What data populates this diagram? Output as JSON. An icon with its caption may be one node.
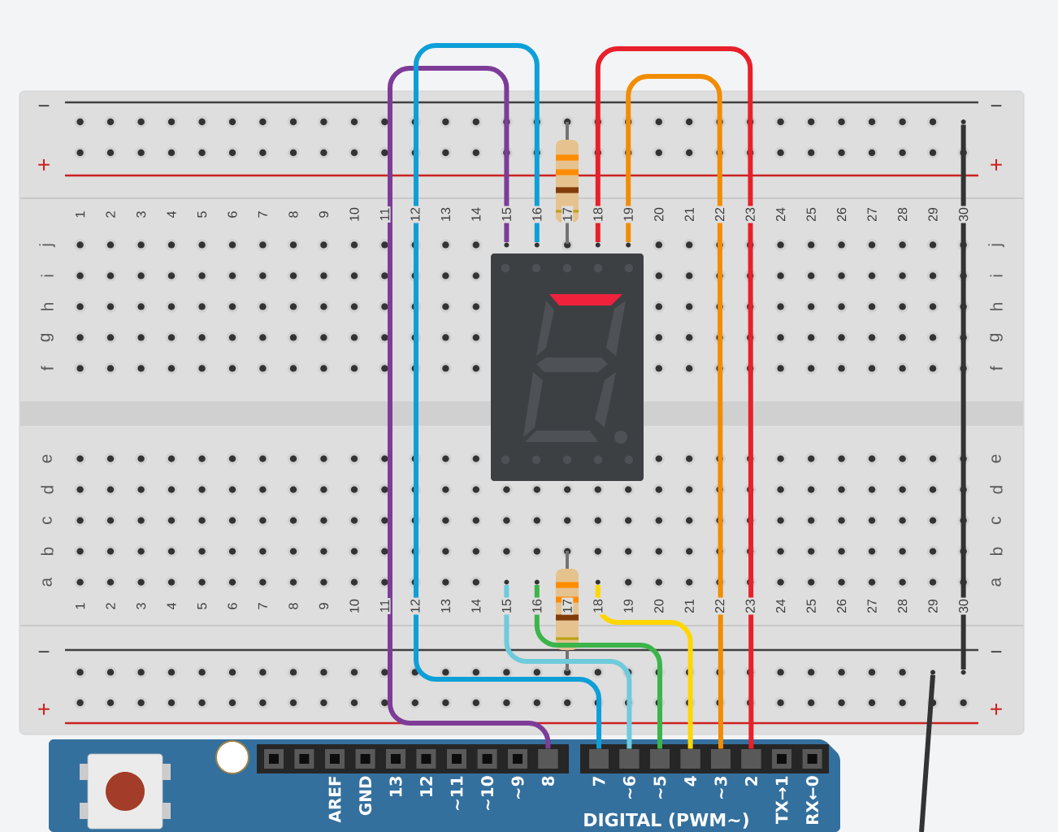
{
  "diagram": {
    "nodes": [
      {
        "text": [],
        "shape": "circle"
      },
      {
        "text": [],
        "shape": "circle"
      },
      {
        "text": [],
        "shape": "circle"
      },
      {
        "text": [],
        "shape": "circle"
      },
      {
        "text": [],
        "shape": "circle"
      },
      {
        "text": [],
        "shape": "circle"
      },
      {
        "text": [],
        "shape": "circle"
      },
      {
        "text": [],
        "shape": "circle"
      },
      {
        "text": [],
        "shape": "circle"
      },
      {
        "text": [],
        "shape": "circle"
      },
      {
        "text": [],
        "shape": "box"
      },
      {
        "text": [],
        "shape": "box"
      },
      {
        "text": [],
        "shape": "box"
      },
      {
        "text": [],
        "shape": "box"
      },
      {
        "text": [],
        "shape": "box"
      },
      {
        "text": [],
        "shape": "box"
      },
      {
        "text": [],
        "shape": "box"
      }
    ],
    "edges": [
      {
        "from": 0,
        "to": 10,
        "arrow": "none",
        "color": "#7d3c98"
      },
      {
        "from": 1,
        "to": 11,
        "arrow": "none",
        "color": "#0d9fd8"
      },
      {
        "from": 2,
        "to": 16,
        "arrow": "none",
        "color": "#e8202a"
      },
      {
        "from": 3,
        "to": 15,
        "arrow": "none",
        "color": "#f28c00"
      },
      {
        "from": 4,
        "to": 9,
        "arrow": "none",
        "color": "#333333"
      },
      {
        "from": 8,
        "to": null,
        "arrow": "none",
        "color": "#333333"
      },
      {
        "from": 5,
        "to": 12,
        "arrow": "none",
        "color": "#6ecbdc"
      },
      {
        "from": 6,
        "to": 13,
        "arrow": "none",
        "color": "#3bb44a"
      },
      {
        "from": 7,
        "to": 14,
        "arrow": "none",
        "color": "#ffd700"
      }
    ],
    "labels": [
      "−",
      "−",
      "+",
      "+",
      "1",
      "2",
      "3",
      "4",
      "5",
      "6",
      "7",
      "8",
      "9",
      "10",
      "11",
      "12",
      "13",
      "14",
      "15",
      "16",
      "17",
      "18",
      "19",
      "20",
      "21",
      "22",
      "23",
      "24",
      "25",
      "26",
      "27",
      "28",
      "29",
      "30",
      "j",
      "j",
      "i",
      "i",
      "h",
      "h",
      "g",
      "g",
      "f",
      "f",
      "e",
      "e",
      "d",
      "d",
      "c",
      "c",
      "b",
      "b",
      "a",
      "a",
      "1",
      "2",
      "3",
      "4",
      "5",
      "6",
      "7",
      "8",
      "9",
      "10",
      "11",
      "12",
      "13",
      "14",
      "15",
      "16",
      "17",
      "18",
      "19",
      "20",
      "21",
      "22",
      "23",
      "24",
      "25",
      "26",
      "27",
      "28",
      "29",
      "30",
      "−",
      "−",
      "+",
      "+",
      "AREF",
      "GND",
      "13",
      "12",
      "~11",
      "~10",
      "~9",
      "8",
      "7",
      "~6",
      "~5",
      "4",
      "~3",
      "2",
      "TX→1",
      "RX←0",
      "DIGITAL (PWM~)"
    ]
  }
}
